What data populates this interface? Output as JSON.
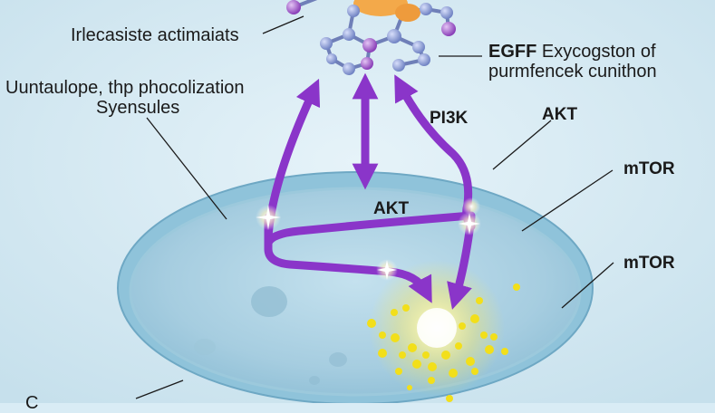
{
  "labels": {
    "top_left": "Irlecasiste actimaiats",
    "left_title_line1": "Uuntaulope, thp phocolization",
    "left_title_line2": "Syensules",
    "egff_bold": "EGFF",
    "egff_rest": "Exycogston of",
    "egff_line2": "purmfencek cunithon",
    "pi3k": "PI3K",
    "akt_right": "AKT",
    "akt_center": "AKT",
    "mtor_top": "mTOR",
    "mtor_bottom": "mTOR",
    "bottom_left_partial": "C"
  },
  "colors": {
    "background": "#d9ecf5",
    "cell_fill": "#a9d0e2",
    "cell_rim": "#7fb6d0",
    "arrow": "#8a35c9",
    "glow": "#fff36b",
    "molecule_blue": "#8c9fd6",
    "molecule_orange": "#f3a94a"
  }
}
